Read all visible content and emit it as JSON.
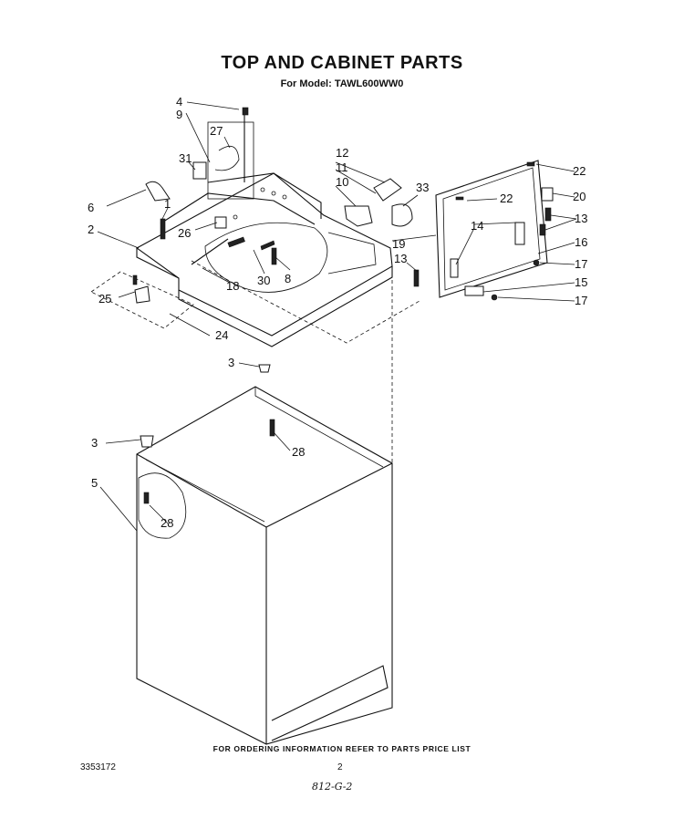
{
  "header": {
    "title": "TOP AND CABINET PARTS",
    "subtitle": "For Model: TAWL600WW0"
  },
  "footer": {
    "note": "FOR ORDERING INFORMATION REFER TO PARTS PRICE LIST",
    "doc_number": "3353172",
    "page_number": "2",
    "handwritten": "812-G-2"
  },
  "callouts": {
    "c1": "1",
    "c2": "2",
    "c3a": "3",
    "c3b": "3",
    "c4": "4",
    "c5": "5",
    "c6": "6",
    "c8": "8",
    "c9": "9",
    "c10": "10",
    "c11": "11",
    "c12": "12",
    "c13a": "13",
    "c13b": "13",
    "c14": "14",
    "c15": "15",
    "c16": "16",
    "c17a": "17",
    "c17b": "17",
    "c18": "18",
    "c19": "19",
    "c20": "20",
    "c22a": "22",
    "c22b": "22",
    "c24": "24",
    "c25": "25",
    "c26": "26",
    "c27": "27",
    "c28a": "28",
    "c28b": "28",
    "c30": "30",
    "c31": "31",
    "c33": "33"
  }
}
